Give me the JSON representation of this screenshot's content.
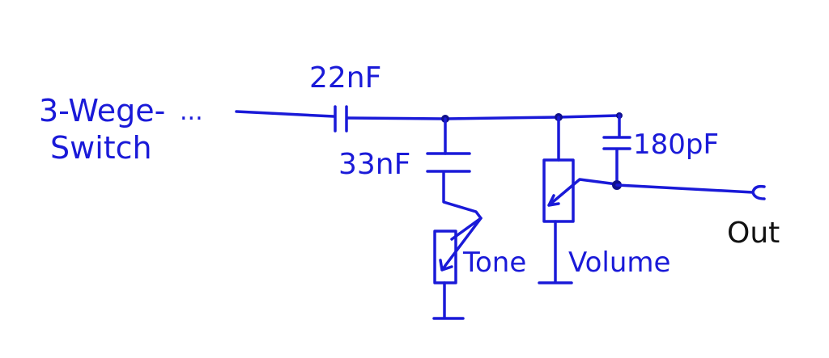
{
  "labels": {
    "input_line1": "3-Wege-",
    "input_line2": "Switch",
    "input_dots": "...",
    "cap_series": "22nF",
    "cap_tone": "33nF",
    "cap_treble": "180pF",
    "pot_tone": "Tone",
    "pot_volume": "Volume",
    "output": "Out"
  },
  "colors": {
    "ink_blue": "#1a1ad8",
    "ink_black": "#111111",
    "background": "#ffffff"
  }
}
